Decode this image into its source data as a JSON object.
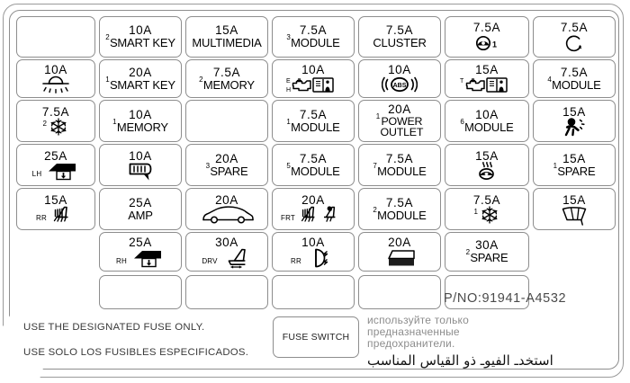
{
  "part_number": "P/NO:91941-A4532",
  "notes": {
    "english": "USE THE DESIGNATED FUSE ONLY.",
    "spanish": "USE SOLO LOS FUSIBLES ESPECIFICADOS.",
    "russian": "используйте только\nпредназначенные\nпредохранители.",
    "arabic": "استخدـ الفيوـ ذو القياس المناسب"
  },
  "fuse_switch_label": "FUSE SWITCH",
  "rows": [
    {
      "id": "row-1",
      "cells": [
        {
          "amp": "",
          "label": "",
          "empty": true
        },
        {
          "amp": "10A",
          "sup": "2",
          "label": "SMART KEY"
        },
        {
          "amp": "15A",
          "label": "MULTIMEDIA"
        },
        {
          "amp": "7.5A",
          "sup": "3",
          "label": "MODULE"
        },
        {
          "amp": "7.5A",
          "label": "CLUSTER"
        },
        {
          "amp": "7.5A",
          "icon": "steering-wheel-1-icon"
        },
        {
          "amp": "7.5A",
          "icon": "rotation-arrow-icon"
        }
      ]
    },
    {
      "id": "row-2",
      "cells": [
        {
          "amp": "10A",
          "icon": "interior-light-icon"
        },
        {
          "amp": "20A",
          "sup": "1",
          "label": "SMART KEY"
        },
        {
          "amp": "7.5A",
          "sup": "2",
          "label": "MEMORY"
        },
        {
          "amp": "10A",
          "icon": "engine-eh-manual-icon"
        },
        {
          "amp": "10A",
          "icon": "abs-icon"
        },
        {
          "amp": "15A",
          "icon": "engine-t-manual-icon"
        },
        {
          "amp": "7.5A",
          "sup": "4",
          "label": "MODULE"
        }
      ]
    },
    {
      "id": "row-3",
      "cells": [
        {
          "amp": "7.5A",
          "sup": "2",
          "icon": "snowflake-icon"
        },
        {
          "amp": "10A",
          "sup": "1",
          "label": "MEMORY"
        },
        {
          "amp": "",
          "label": "",
          "empty": true
        },
        {
          "amp": "7.5A",
          "sup": "1",
          "label": "MODULE"
        },
        {
          "amp": "20A",
          "sup": "1",
          "label": "POWER\nOUTLET"
        },
        {
          "amp": "10A",
          "sup": "6",
          "label": "MODULE"
        },
        {
          "amp": "15A",
          "icon": "airbag-icon"
        }
      ]
    },
    {
      "id": "row-4",
      "cells": [
        {
          "amp": "25A",
          "side": "LH",
          "icon": "power-window-icon"
        },
        {
          "amp": "10A",
          "icon": "rear-defroster-icon"
        },
        {
          "amp": "20A",
          "sup": "3",
          "label": "SPARE"
        },
        {
          "amp": "7.5A",
          "sup": "5",
          "label": "MODULE"
        },
        {
          "amp": "7.5A",
          "sup": "7",
          "label": "MODULE"
        },
        {
          "amp": "15A",
          "icon": "heated-steering-icon"
        },
        {
          "amp": "15A",
          "sup": "1",
          "label": "SPARE"
        }
      ]
    },
    {
      "id": "row-5",
      "cells": [
        {
          "amp": "15A",
          "side": "RR",
          "icon": "heated-seat-icon"
        },
        {
          "amp": "25A",
          "label": "AMP"
        },
        {
          "amp": "20A",
          "icon": "vehicle-icon"
        },
        {
          "amp": "20A",
          "side": "FRT",
          "icon": "heated-ventilated-seat-icon"
        },
        {
          "amp": "7.5A",
          "sup": "2",
          "label": "MODULE"
        },
        {
          "amp": "7.5A",
          "sup": "1",
          "icon": "snowflake-icon"
        },
        {
          "amp": "15A",
          "icon": "wiper-icon"
        }
      ]
    },
    {
      "id": "row-6",
      "cells": [
        {
          "amp": "25A",
          "side": "RH",
          "icon": "power-window-icon"
        },
        {
          "amp": "30A",
          "side": "DRV",
          "icon": "power-seat-icon"
        },
        {
          "amp": "10A",
          "side": "RR",
          "icon": "rear-lamp-icon"
        },
        {
          "amp": "20A",
          "icon": "sunroof-icon"
        },
        {
          "amp": "30A",
          "sup": "2",
          "label": "SPARE"
        }
      ]
    },
    {
      "id": "row-7",
      "cells": [
        {
          "amp": "",
          "label": "",
          "empty": true
        },
        {
          "amp": "",
          "label": "",
          "empty": true
        },
        {
          "amp": "",
          "label": "",
          "empty": true
        },
        {
          "amp": "",
          "label": "",
          "empty": true
        },
        {
          "amp": "",
          "label": "",
          "empty": true
        }
      ]
    }
  ]
}
